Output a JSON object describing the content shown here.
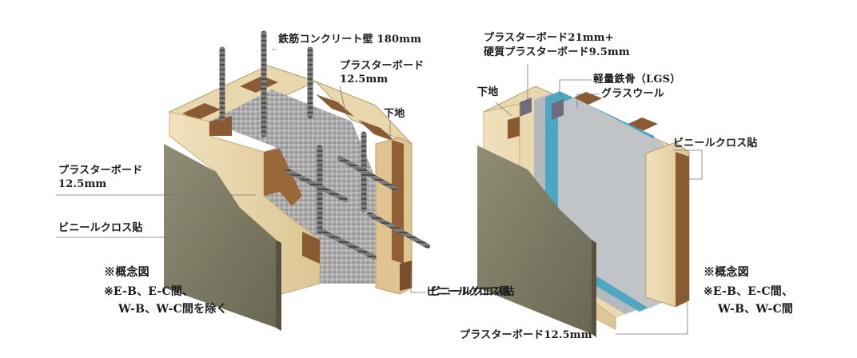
{
  "left_diagram": {
    "labels": {
      "rc_wall": "鉄筋コンクリート壁 180mm",
      "board_top_line1": "プラスターボード",
      "board_top_line2": "12.5mm",
      "base_top": "下地",
      "board_left_line1": "プラスターボード",
      "board_left_line2": "12.5mm",
      "cloth_left": "ビニールクロス貼",
      "cloth_bottom": "ビニールクロス貼"
    },
    "note": {
      "title": "※概念図",
      "line1": "※E-B、E-C間、",
      "line2": "W-B、W-C間を除く"
    }
  },
  "right_diagram": {
    "labels": {
      "board_top_line1": "プラスターボード21mm+",
      "board_top_line2": "硬質プラスターボード9.5mm",
      "lgs": "軽量鉄骨（LGS）",
      "glass_wool": "グラスウール",
      "base": "下地",
      "cloth_right": "ビニールクロス貼",
      "cloth_bottom": "ビニールクロス貼",
      "board_bottom": "プラスターボード12.5mm"
    },
    "note": {
      "title": "※概念図",
      "line1": "※E-B、E-C間、",
      "line2": "W-B、W-C間"
    }
  },
  "colors": {
    "cloth": "#7d7a63",
    "board": "#ead6a8",
    "wood": "#8a5a33",
    "concrete": "#a9a9a9",
    "rebar": "#6e6e6e",
    "lgs": "#6c6c7a",
    "glass_wool": "#4da6c2",
    "stud_gray": "#b4b9bb"
  }
}
